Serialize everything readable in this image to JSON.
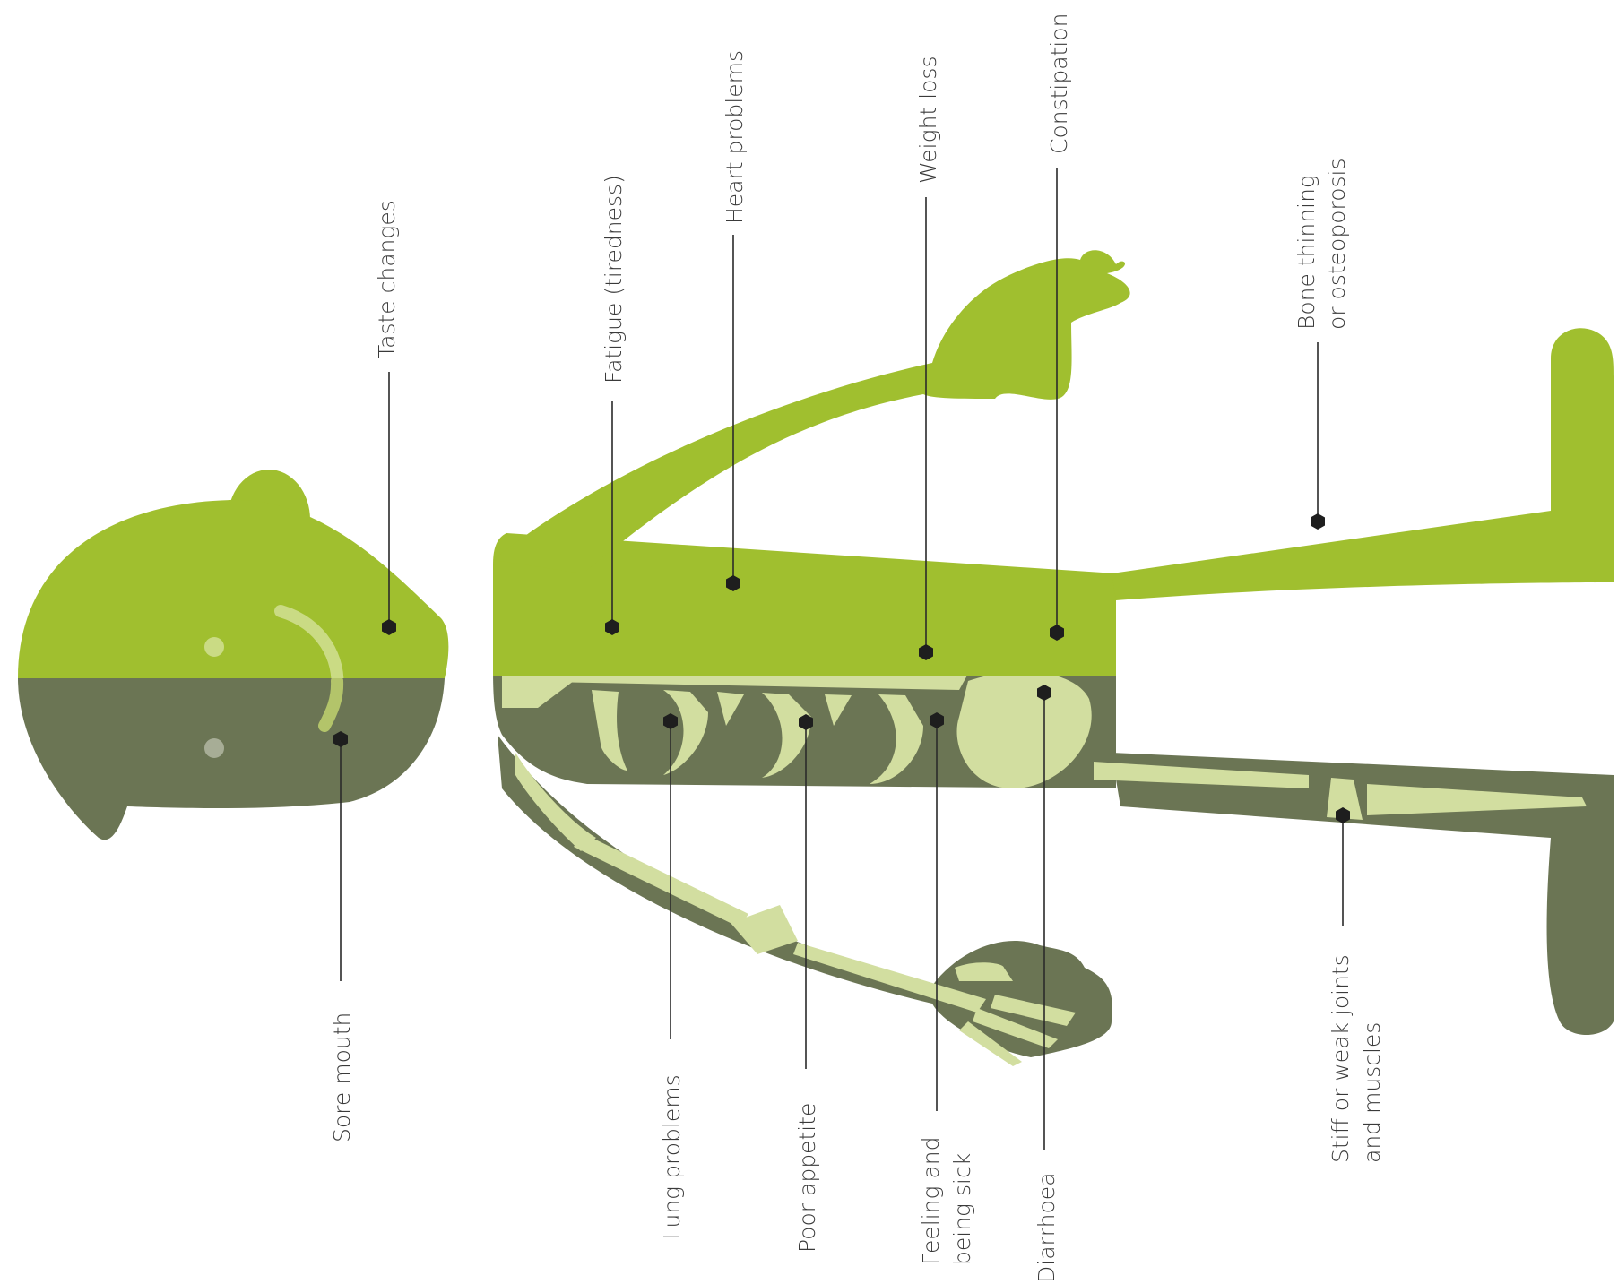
{
  "colors": {
    "light_green": "#a0bf2f",
    "dark_green": "#6b7554",
    "bone": "#d2deA0",
    "eye_upper": "#cadb84",
    "eye_lower": "#a7ad96",
    "marker": "#1e1e1e"
  },
  "labels": {
    "taste_changes": "Taste changes",
    "sore_mouth": "Sore mouth",
    "fatigue": "Fatigue (tiredness)",
    "lung_problems": "Lung problems",
    "heart_problems": "Heart problems",
    "poor_appetite": "Poor appetite",
    "weight_loss": "Weight loss",
    "feeling_sick_1": "Feeling and",
    "feeling_sick_2": "being sick",
    "constipation": "Constipation",
    "diarrhoea": "Diarrhoea",
    "bone_thinning_1": "Bone thinning",
    "bone_thinning_2": "or osteoporosis",
    "stiff_joints_1": "Stiff or weak joints",
    "stiff_joints_2": "and muscles"
  }
}
